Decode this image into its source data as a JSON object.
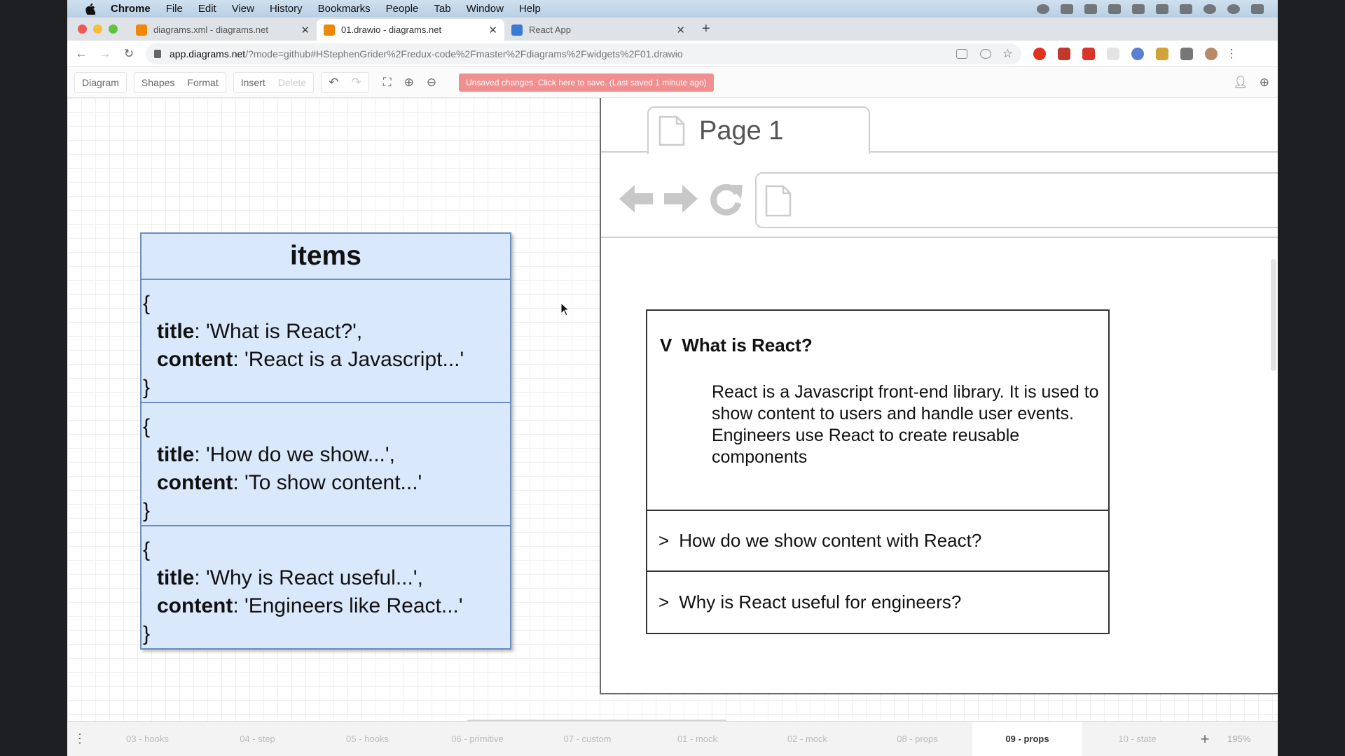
{
  "menubar": {
    "app": "Chrome",
    "items": [
      "File",
      "Edit",
      "View",
      "History",
      "Bookmarks",
      "People",
      "Tab",
      "Window",
      "Help"
    ]
  },
  "tabs": [
    {
      "label": "diagrams.xml - diagrams.net",
      "favicon_color": "#f08705"
    },
    {
      "label": "01.drawio - diagrams.net",
      "favicon_color": "#f08705"
    },
    {
      "label": "React App",
      "favicon_color": "#3a7bd5"
    }
  ],
  "address": {
    "host": "app.diagrams.net",
    "rest": "/?mode=github#HStephenGrider%2Fredux-code%2Fmaster%2Fdiagrams%2Fwidgets%2F01.drawio"
  },
  "toolbar": {
    "diagram": "Diagram",
    "shapes": "Shapes",
    "format": "Format",
    "insert": "Insert",
    "delete": "Delete",
    "unsaved": "Unsaved changes. Click here to save. (Last saved 1 minute ago)"
  },
  "items_box": {
    "title": "items",
    "entries": [
      {
        "open": "{",
        "title_key": "title",
        "title_val": ": 'What is React?',",
        "content_key": "content",
        "content_val": ": 'React is a Javascript...'",
        "close": "}"
      },
      {
        "open": "{",
        "title_key": "title",
        "title_val": ": 'How do we show...',",
        "content_key": "content",
        "content_val": ": 'To show content...'",
        "close": "}"
      },
      {
        "open": "{",
        "title_key": "title",
        "title_val": ": 'Why is React useful...',",
        "content_key": "content",
        "content_val": ": 'Engineers like React...'",
        "close": "}"
      }
    ]
  },
  "wireframe": {
    "page_tab": "Page 1"
  },
  "accordion": {
    "open_caret": "V",
    "open_title": "What is React?",
    "open_body": "React is a Javascript front-end library. It is used to show content to users and handle user events.\nEngineers use React to create reusable components",
    "rows": [
      {
        "caret": ">",
        "label": "How do we show content with React?"
      },
      {
        "caret": ">",
        "label": "Why is React useful for engineers?"
      }
    ]
  },
  "page_tabs": [
    "03 - hooks",
    "04 - step",
    "05 - hooks",
    "06 - primitive",
    "07 - custom",
    "01 - mock",
    "02 - mock",
    "08 - props",
    "09 - props",
    "10 - state"
  ],
  "active_page_tab": "09 - props",
  "zoom": "195%"
}
